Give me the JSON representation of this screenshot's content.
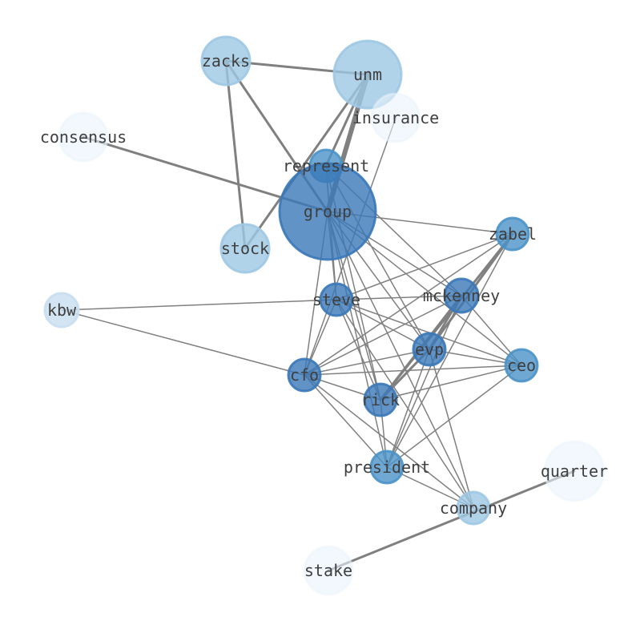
{
  "graph": {
    "colors": {
      "edge": "#808080",
      "label": "#3f3f3f",
      "node_dark": "#3a78b8",
      "node_mid": "#4a92c8",
      "node_light": "#9ec8e4",
      "node_pale": "#c8def0",
      "node_faint": "#eaf3fb"
    },
    "nodes": [
      {
        "id": "zacks",
        "label": "zacks",
        "tone": "light"
      },
      {
        "id": "unm",
        "label": "unm",
        "tone": "light"
      },
      {
        "id": "insurance",
        "label": "insurance",
        "tone": "faint"
      },
      {
        "id": "consensus",
        "label": "consensus",
        "tone": "faint"
      },
      {
        "id": "represent",
        "label": "represent",
        "tone": "mid"
      },
      {
        "id": "group",
        "label": "group",
        "tone": "dark"
      },
      {
        "id": "stock",
        "label": "stock",
        "tone": "light"
      },
      {
        "id": "zabel",
        "label": "zabel",
        "tone": "mid"
      },
      {
        "id": "kbw",
        "label": "kbw",
        "tone": "pale"
      },
      {
        "id": "steve",
        "label": "steve",
        "tone": "dark"
      },
      {
        "id": "mckenney",
        "label": "mckenney",
        "tone": "dark"
      },
      {
        "id": "evp",
        "label": "evp",
        "tone": "dark"
      },
      {
        "id": "ceo",
        "label": "ceo",
        "tone": "mid"
      },
      {
        "id": "cfo",
        "label": "cfo",
        "tone": "dark"
      },
      {
        "id": "rick",
        "label": "rick",
        "tone": "dark"
      },
      {
        "id": "president",
        "label": "president",
        "tone": "mid"
      },
      {
        "id": "quarter",
        "label": "quarter",
        "tone": "faint"
      },
      {
        "id": "company",
        "label": "company",
        "tone": "light"
      },
      {
        "id": "stake",
        "label": "stake",
        "tone": "faint"
      }
    ],
    "edges": [
      [
        "zacks",
        "unm",
        3
      ],
      [
        "zacks",
        "group",
        3
      ],
      [
        "zacks",
        "stock",
        3
      ],
      [
        "unm",
        "group",
        6
      ],
      [
        "unm",
        "represent",
        3
      ],
      [
        "unm",
        "stock",
        3
      ],
      [
        "consensus",
        "group",
        3
      ],
      [
        "quarter",
        "stake",
        3
      ],
      [
        "insurance",
        "cfo",
        1.5
      ],
      [
        "group",
        "zabel",
        1.5
      ],
      [
        "group",
        "steve",
        1.5
      ],
      [
        "group",
        "mckenney",
        1.5
      ],
      [
        "group",
        "evp",
        1.5
      ],
      [
        "group",
        "ceo",
        1.5
      ],
      [
        "group",
        "cfo",
        1.5
      ],
      [
        "group",
        "rick",
        1.5
      ],
      [
        "group",
        "president",
        1.5
      ],
      [
        "group",
        "company",
        1.5
      ],
      [
        "represent",
        "steve",
        1.5
      ],
      [
        "represent",
        "evp",
        1.5
      ],
      [
        "represent",
        "rick",
        1.5
      ],
      [
        "represent",
        "mckenney",
        1.5
      ],
      [
        "zabel",
        "steve",
        1.5
      ],
      [
        "zabel",
        "evp",
        3
      ],
      [
        "zabel",
        "rick",
        3
      ],
      [
        "zabel",
        "cfo",
        1.5
      ],
      [
        "zabel",
        "president",
        1.5
      ],
      [
        "kbw",
        "steve",
        1.5
      ],
      [
        "kbw",
        "cfo",
        1.5
      ],
      [
        "steve",
        "mckenney",
        1.5
      ],
      [
        "steve",
        "evp",
        1.5
      ],
      [
        "steve",
        "ceo",
        1.5
      ],
      [
        "steve",
        "cfo",
        1.5
      ],
      [
        "steve",
        "rick",
        1.5
      ],
      [
        "steve",
        "company",
        1.5
      ],
      [
        "mckenney",
        "evp",
        3
      ],
      [
        "mckenney",
        "rick",
        3
      ],
      [
        "mckenney",
        "cfo",
        1.5
      ],
      [
        "mckenney",
        "ceo",
        1.5
      ],
      [
        "mckenney",
        "president",
        1.5
      ],
      [
        "evp",
        "cfo",
        1.5
      ],
      [
        "evp",
        "ceo",
        1.5
      ],
      [
        "evp",
        "rick",
        3
      ],
      [
        "evp",
        "president",
        1.5
      ],
      [
        "evp",
        "company",
        1.5
      ],
      [
        "cfo",
        "ceo",
        1.5
      ],
      [
        "cfo",
        "rick",
        1.5
      ],
      [
        "cfo",
        "president",
        1.5
      ],
      [
        "cfo",
        "company",
        1.5
      ],
      [
        "rick",
        "ceo",
        1.5
      ],
      [
        "rick",
        "president",
        1.5
      ],
      [
        "ceo",
        "president",
        1.5
      ],
      [
        "president",
        "company",
        1.5
      ]
    ]
  }
}
